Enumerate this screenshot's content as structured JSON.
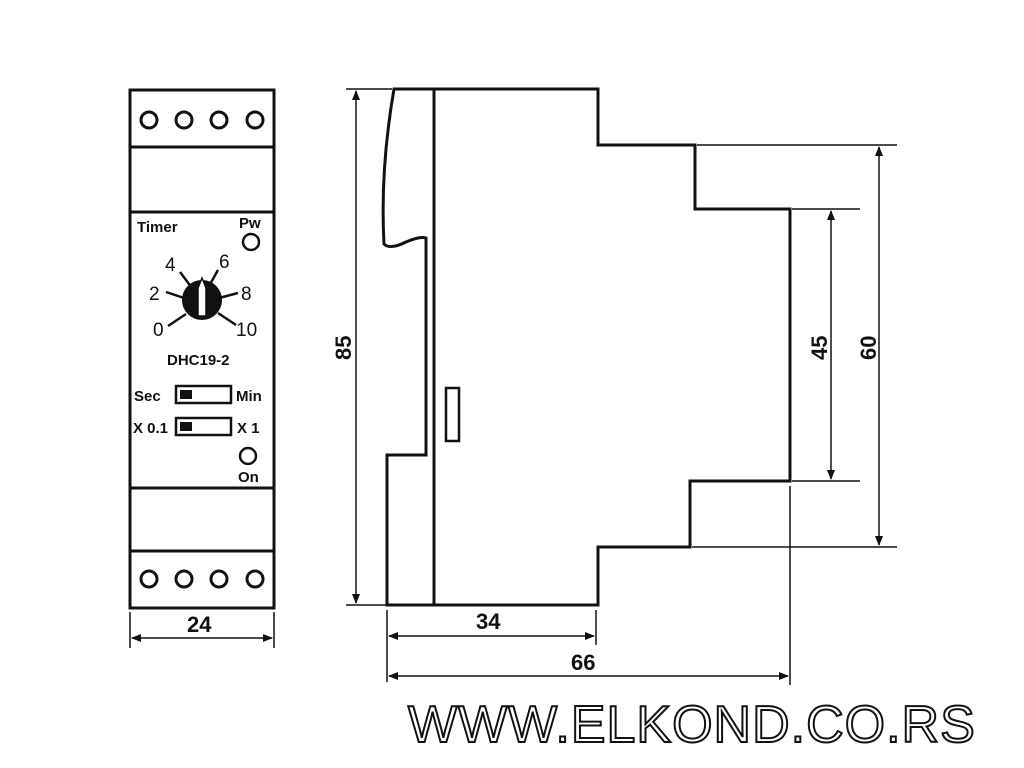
{
  "front_panel": {
    "timer_label": "Timer",
    "power_label": "Pw",
    "dial_marks": [
      "4",
      "6",
      "2",
      "8",
      "0",
      "10"
    ],
    "model": "DHC19-2",
    "switch1_left": "Sec",
    "switch1_right": "Min",
    "switch2_left": "X 0.1",
    "switch2_right": "X 1",
    "on_label": "On"
  },
  "dimensions": {
    "width_front": "24",
    "height_total": "85",
    "depth_inner": "34",
    "depth_total": "66",
    "height_inner": "45",
    "height_mid": "60"
  },
  "footer": {
    "website": "WWW.ELKOND.CO.RS"
  }
}
